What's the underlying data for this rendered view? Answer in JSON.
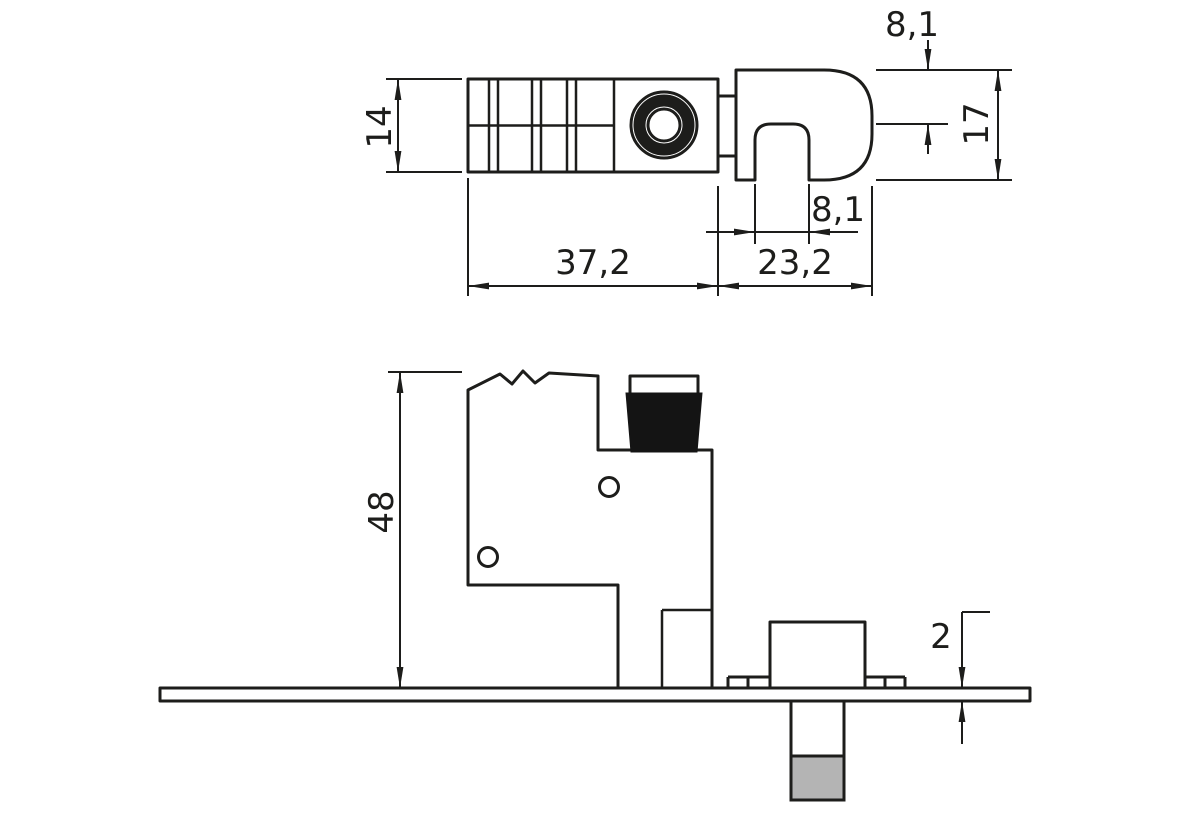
{
  "canvas": {
    "background": "#ffffff",
    "line_color": "#1d1d1b",
    "thread_fill": "#b4b4b4"
  },
  "dimensions": {
    "top_view": {
      "body_height": "14",
      "hook_top_inset": "8,1",
      "hook_height": "17",
      "hook_gap": "8,1",
      "body_length": "37,2",
      "hook_length": "23,2"
    },
    "side_view": {
      "overall_height": "48",
      "plate_thickness": "2"
    }
  }
}
